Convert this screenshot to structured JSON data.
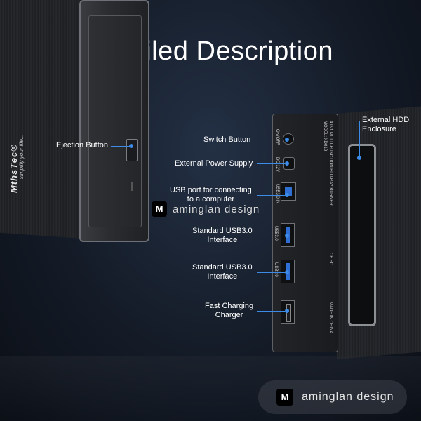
{
  "title": "Detailed Description",
  "brand": {
    "name": "MthsTec®",
    "tagline": "simplify your life..."
  },
  "callouts": {
    "ejection": "Ejection Button",
    "switch": "Switch Button",
    "power": "External Power Supply",
    "usb_connect_1": "USB port for connecting",
    "usb_connect_2": "to a computer",
    "usb3a_1": "Standard USB3.0",
    "usb3a_2": "Interface",
    "usb3b_1": "Standard USB3.0",
    "usb3b_2": "Interface",
    "fast_1": "Fast Charging",
    "fast_2": "Charger",
    "hdd_1": "External HDD",
    "hdd_2": "Enclosure"
  },
  "panel_text": {
    "model_line1": "4 IN1 MULTI-FUNCTION BLU-RAY BURNER",
    "model_line2": "MODEL: XD018",
    "onoff": "ON/OFF",
    "dc": "DC 12V",
    "usb_in": "USB3.0 IN",
    "usb30": "USB3.0",
    "ce": "CE FC",
    "made": "MADE IN CHINA"
  },
  "watermark": {
    "logo": "M",
    "text": "aminglan design"
  },
  "colors": {
    "accent": "#3c8be6",
    "background": "#141b27"
  }
}
